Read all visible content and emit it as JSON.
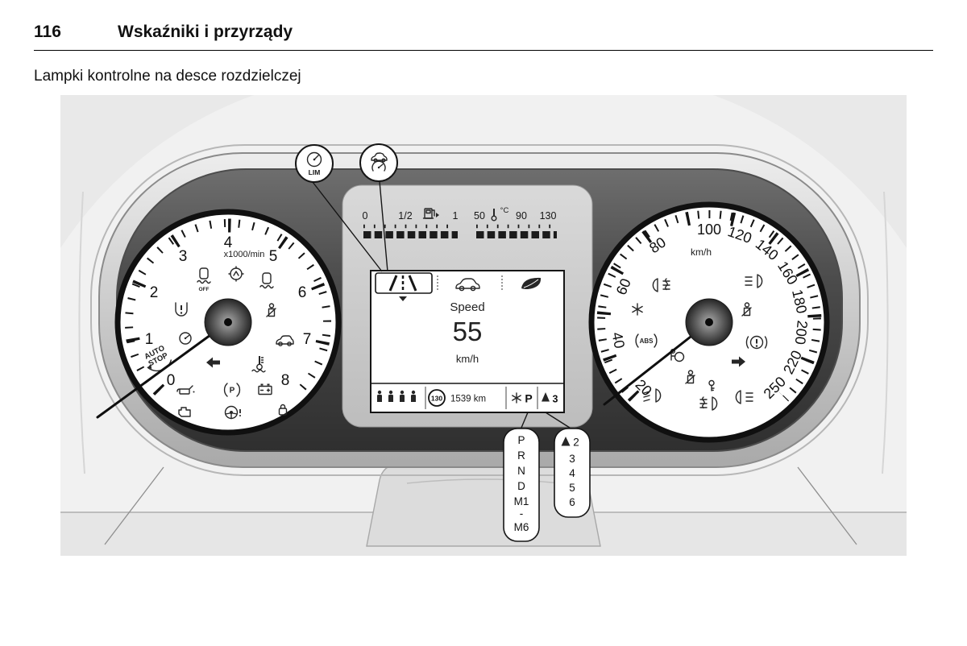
{
  "page": {
    "number": "116",
    "title": "Wskaźniki i przyrządy",
    "subtitle": "Lampki kontrolne na desce rozdzielczej"
  },
  "tachometer": {
    "unit": "x1000/min",
    "ticks": [
      "0",
      "1",
      "2",
      "3",
      "4",
      "5",
      "6",
      "7",
      "8"
    ],
    "auto_stop": [
      "AUTO",
      "STOP"
    ],
    "off_label": "OFF",
    "park_label": "P"
  },
  "speedometer": {
    "unit": "km/h",
    "ticks": [
      "20",
      "40",
      "60",
      "80",
      "100",
      "120",
      "140",
      "160",
      "180",
      "200",
      "220",
      "250"
    ],
    "abs_label": "ABS"
  },
  "fuel_gauge": {
    "labels": [
      "0",
      "1/2",
      "1"
    ]
  },
  "temp_gauge": {
    "unit": "°C",
    "labels": [
      "50",
      "90",
      "130"
    ]
  },
  "display": {
    "speed_label": "Speed",
    "speed_value": "55",
    "speed_unit": "km/h",
    "speed_limit": "130",
    "odometer": "1539 km",
    "gear": "P",
    "shift_number": "3"
  },
  "callouts": {
    "limiter_label": "LIM",
    "gear_list": [
      "P",
      "R",
      "N",
      "D",
      "M1",
      "-",
      "M6"
    ],
    "shift_list": [
      "2",
      "3",
      "4",
      "5",
      "6"
    ]
  }
}
